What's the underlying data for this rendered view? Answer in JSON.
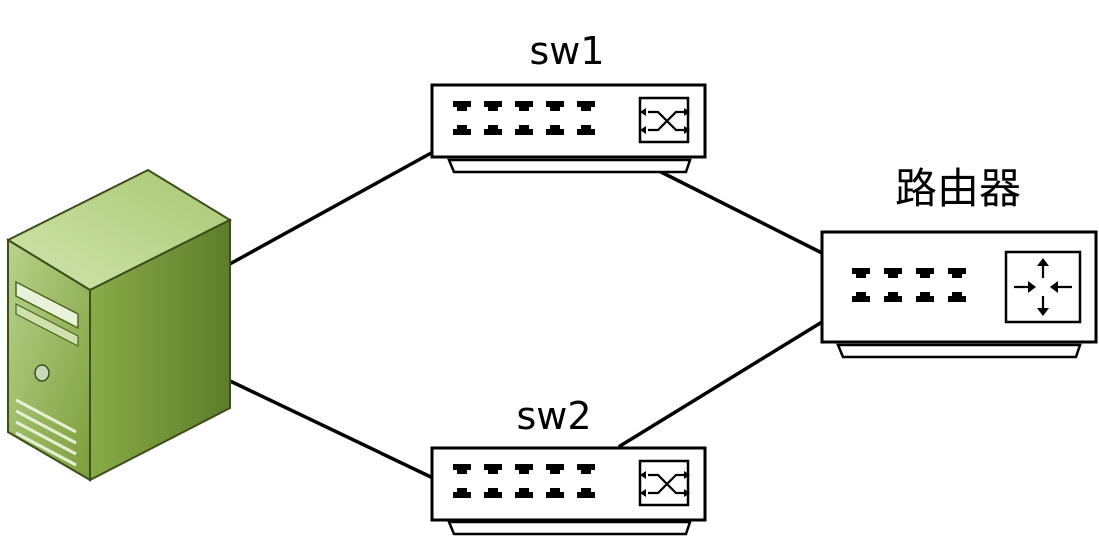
{
  "nodes": {
    "sw1": {
      "label": "sw1"
    },
    "sw2": {
      "label": "sw2"
    },
    "router": {
      "label": "路由器"
    }
  }
}
